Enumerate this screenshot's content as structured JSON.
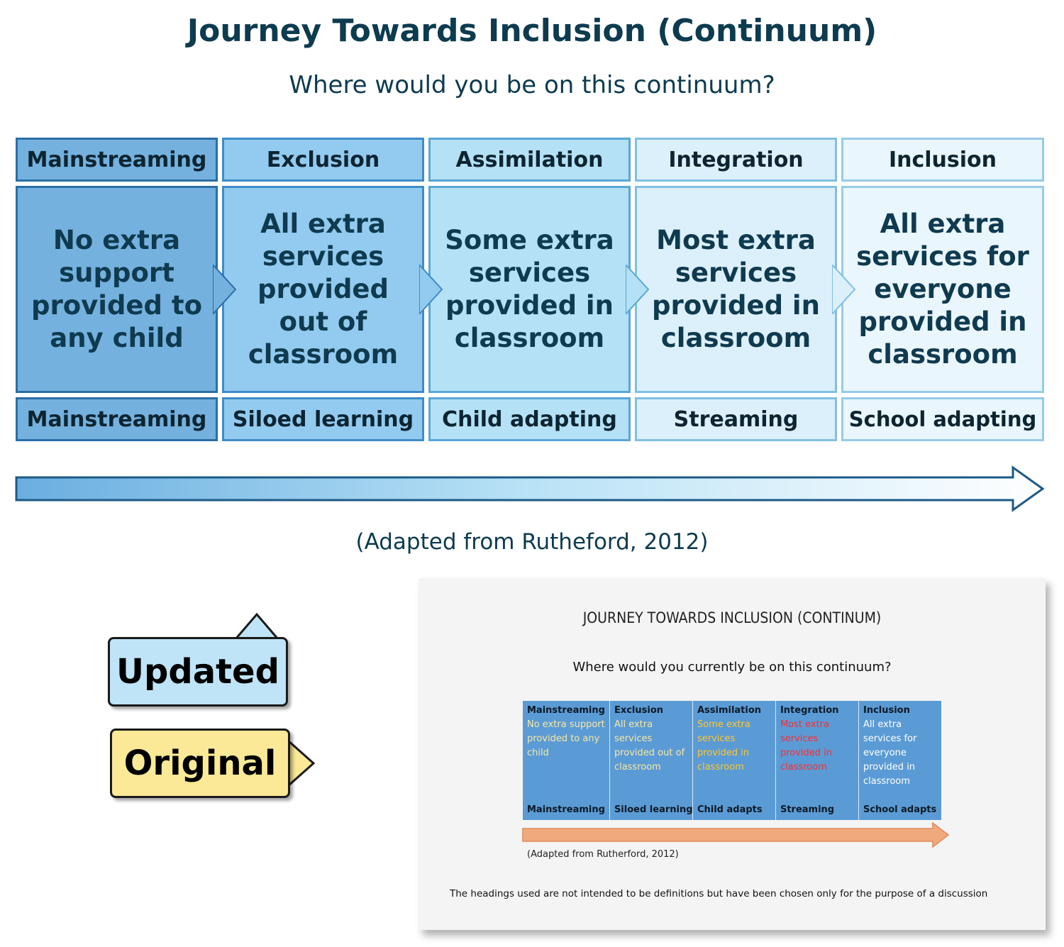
{
  "title": "Journey Towards Inclusion (Continuum)",
  "subtitle": "Where would you be on this continuum?",
  "columns": [
    {
      "heading": "Mainstreaming",
      "body": "No extra support provided to any child",
      "footer": "Mainstreaming"
    },
    {
      "heading": "Exclusion",
      "body": "All extra services provided out of classroom",
      "footer": "Siloed learning"
    },
    {
      "heading": "Assimilation",
      "body": "Some extra services provided in classroom",
      "footer": "Child adapting"
    },
    {
      "heading": "Integration",
      "body": "Most extra services provided in classroom",
      "footer": "Streaming"
    },
    {
      "heading": "Inclusion",
      "body": "All extra services for everyone provided in classroom",
      "footer": "School adapting"
    }
  ],
  "credit": "(Adapted from Rutheford, 2012)",
  "tags": {
    "updated": "Updated",
    "original": "Original"
  },
  "original_slide": {
    "title": "JOURNEY TOWARDS INCLUSION (CONTINUM)",
    "subtitle": "Where would you currently be on this continuum?",
    "columns": [
      {
        "heading": "Mainstreaming",
        "body": "No extra support provided to any child",
        "footer": "Mainstreaming"
      },
      {
        "heading": "Exclusion",
        "body": "All extra services provided out of classroom",
        "footer": "Siloed learning"
      },
      {
        "heading": "Assimilation",
        "body": "Some extra services provided in classroom",
        "footer": "Child adapts"
      },
      {
        "heading": "Integration",
        "body": "Most extra services provided in classroom",
        "footer": "Streaming"
      },
      {
        "heading": "Inclusion",
        "body": "All extra services for everyone provided in classroom",
        "footer": "School adapts"
      }
    ],
    "credit": "(Adapted from Rutherford, 2012)",
    "note": "The headings used are not intended to be definitions but have been chosen only for the purpose of a discussion"
  }
}
